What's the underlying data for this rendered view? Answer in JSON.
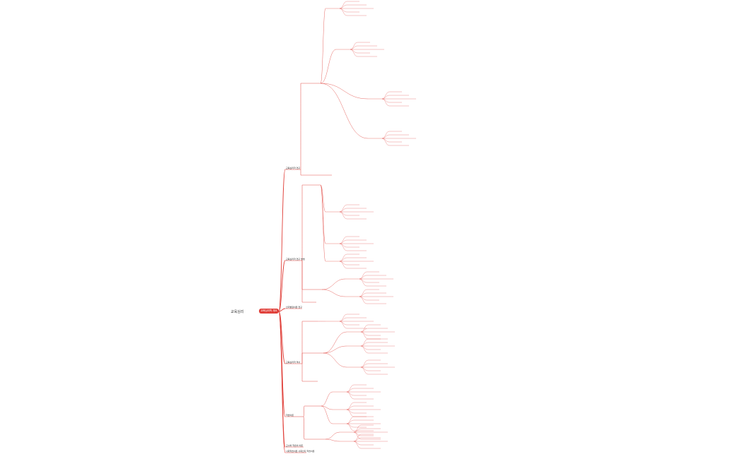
{
  "title_left": "교육심리",
  "root": "교육심리학 개요",
  "colors": {
    "branch": "#e0403a",
    "root_bg": "#e0403a",
    "text": "#333333"
  },
  "branch_labels": [
    "교육심리학 연구",
    "교육심리학 연구 방법",
    "인지발달이론 연구",
    "교육심리학 역사",
    "학습이론",
    "교수와 학습의 이론",
    "사회학습이론 사회인지 학습이론"
  ]
}
